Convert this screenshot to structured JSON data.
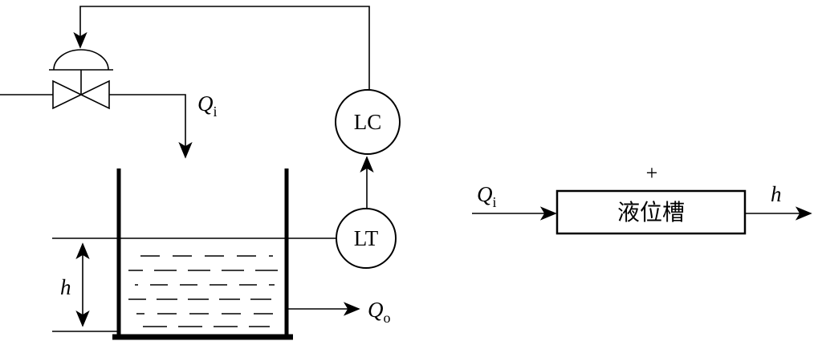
{
  "schematic": {
    "inflow_label": {
      "main": "Q",
      "sub": "i"
    },
    "outflow_label": {
      "main": "Q",
      "sub": "o"
    },
    "level_label": "h",
    "controller_label": "LC",
    "transmitter_label": "LT"
  },
  "block_diagram": {
    "input_label": {
      "main": "Q",
      "sub": "i"
    },
    "sign": "+",
    "process_label": "液位槽",
    "output_label": "h"
  },
  "colors": {
    "line": "#000000",
    "background": "#ffffff"
  }
}
